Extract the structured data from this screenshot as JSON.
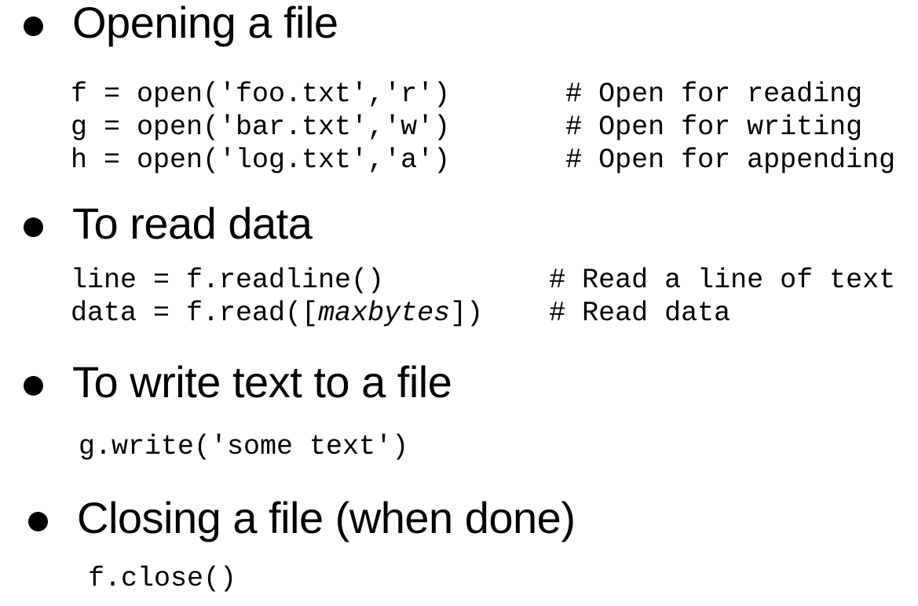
{
  "page": {
    "background": "#ffffff",
    "text_color": "#000000",
    "bullet_color": "#000000"
  },
  "sections": [
    {
      "heading": "Opening a file",
      "code": [
        {
          "segments": [
            {
              "text": "f = open('foo.txt','r')       # Open for reading"
            }
          ]
        },
        {
          "segments": [
            {
              "text": "g = open('bar.txt','w')       # Open for writing"
            }
          ]
        },
        {
          "segments": [
            {
              "text": "h = open('log.txt','a')       # Open for appending"
            }
          ]
        }
      ]
    },
    {
      "heading": "To read data",
      "code": [
        {
          "segments": [
            {
              "text": "line = f.readline()          # Read a line of text"
            }
          ]
        },
        {
          "segments": [
            {
              "text": "data = f.read(["
            },
            {
              "text": "maxbytes",
              "italic": true
            },
            {
              "text": "])    # Read data"
            }
          ]
        }
      ]
    },
    {
      "heading": "To write text to a file",
      "code": [
        {
          "segments": [
            {
              "text": "g.write('some text')"
            }
          ]
        }
      ]
    },
    {
      "heading": "Closing a file (when done)",
      "code": [
        {
          "segments": [
            {
              "text": "f.close()"
            }
          ]
        }
      ]
    }
  ]
}
